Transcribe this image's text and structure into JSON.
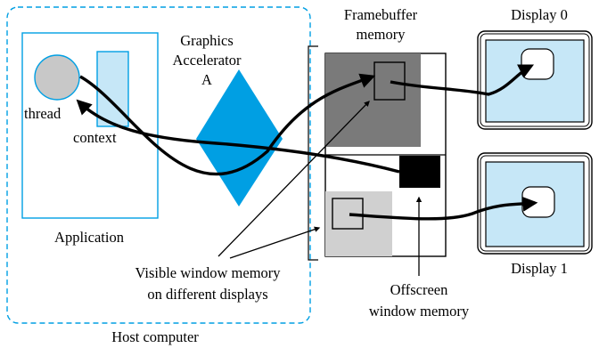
{
  "labels": {
    "graphics_accelerator_line1": "Graphics",
    "graphics_accelerator_line2": "Accelerator",
    "graphics_accelerator_line3": "A",
    "framebuffer_line1": "Framebuffer",
    "framebuffer_line2": "memory",
    "display0": "Display 0",
    "display1": "Display 1",
    "thread": "thread",
    "context": "context",
    "application": "Application",
    "visible_line1": "Visible window memory",
    "visible_line2": "on different displays",
    "offscreen_line1": "Offscreen",
    "offscreen_line2": "window memory",
    "host_computer": "Host computer"
  },
  "colors": {
    "accent_blue": "#009fe3",
    "light_blue": "#c6e7f7",
    "dark_gray": "#7a7a7a",
    "light_gray": "#d0d0d0",
    "thread_gray": "#c8c8c8",
    "black": "#000000"
  }
}
